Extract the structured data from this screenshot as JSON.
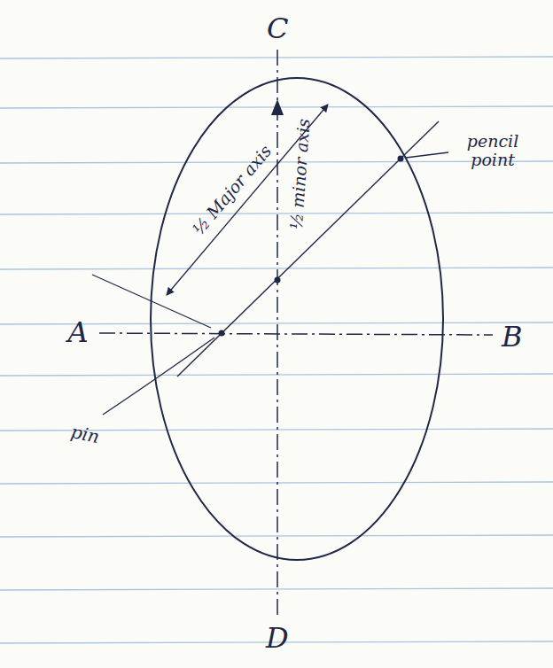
{
  "diagram": {
    "labels": [
      "C",
      "½ Major axis",
      "½ minor axis",
      "pencil point",
      "A",
      "B",
      "pin",
      "D"
    ]
  }
}
